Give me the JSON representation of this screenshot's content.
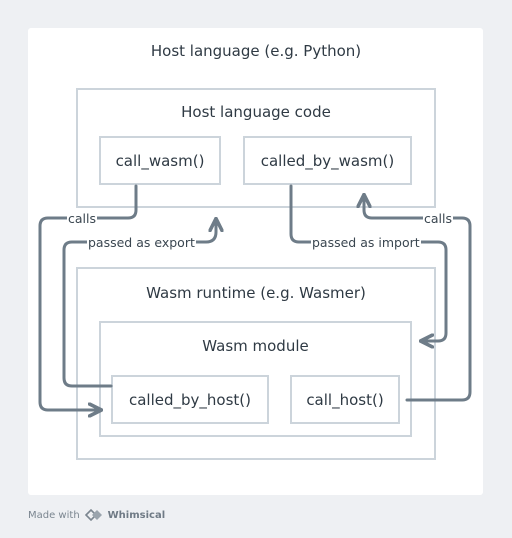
{
  "host": {
    "outer_title": "Host language (e.g. Python)",
    "inner_title": "Host language code",
    "call_wasm": "call_wasm()",
    "called_by_wasm": "called_by_wasm()"
  },
  "runtime": {
    "title": "Wasm runtime (e.g. Wasmer)",
    "module_title": "Wasm module",
    "called_by_host": "called_by_host()",
    "call_host": "call_host()"
  },
  "edges": {
    "calls_left": "calls",
    "calls_right": "calls",
    "passed_as_export": "passed as export",
    "passed_as_import": "passed as import"
  },
  "footer": {
    "made_with": "Made with",
    "brand": "Whimsical"
  }
}
